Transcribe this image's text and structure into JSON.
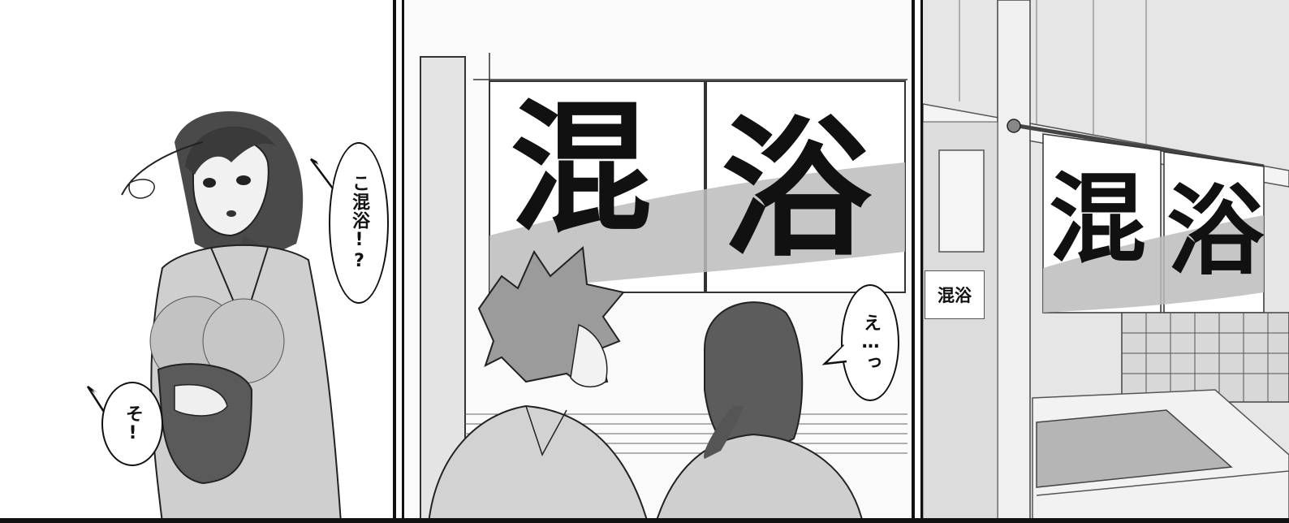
{
  "panel1": {
    "bubble_main": "こ混浴!?",
    "bubble_small": "そ!"
  },
  "panel2": {
    "noren_left": "混",
    "noren_right": "浴",
    "bubble": "え…っ"
  },
  "panel3": {
    "wall_sign": "混浴",
    "noren_left": "混",
    "noren_right": "浴"
  },
  "colors": {
    "ink": "#111111",
    "tone_light": "#d9d9d9",
    "tone_mid": "#b8b8b8",
    "tone_dark": "#555555"
  }
}
